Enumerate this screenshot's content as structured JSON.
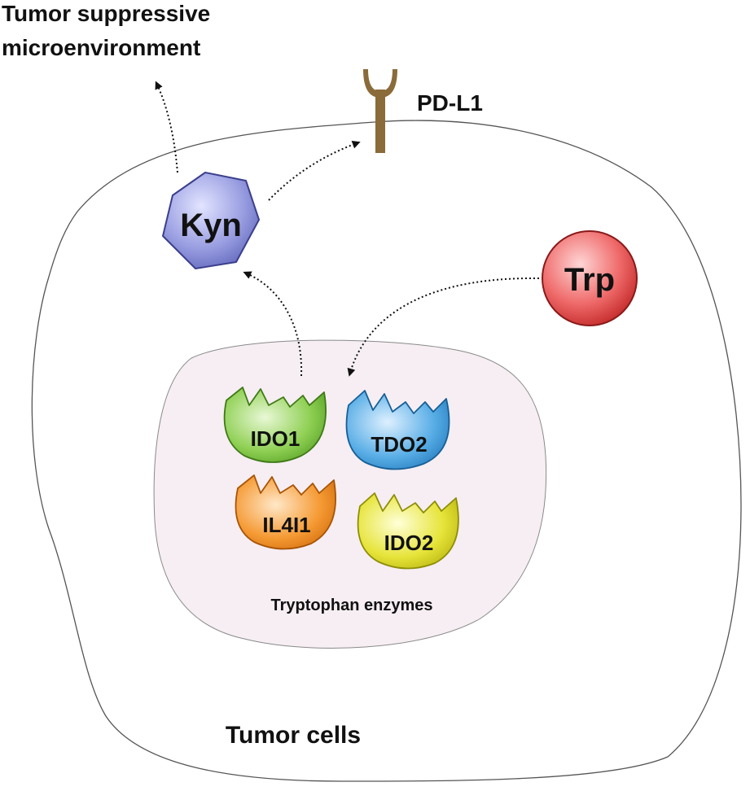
{
  "labels": {
    "env_line1": "Tumor suppressive",
    "env_line2": "microenvironment",
    "receptor": "PD-L1",
    "kyn": "Kyn",
    "trp": "Trp",
    "enzyme_group": "Tryptophan enzymes",
    "cell": "Tumor cells"
  },
  "enzymes": [
    {
      "id": "ido1",
      "label": "IDO1",
      "color": "#7cc043"
    },
    {
      "id": "tdo2",
      "label": "TDO2",
      "color": "#3a9ad9"
    },
    {
      "id": "il4i1",
      "label": "IL4I1",
      "color": "#f08a1c"
    },
    {
      "id": "ido2",
      "label": "IDO2",
      "color": "#d9d926"
    }
  ],
  "colors": {
    "kyn": "#8a8fd6",
    "trp": "#e04a4a",
    "receptor": "#8a6b3a",
    "enzyme_region": "#f6eef3"
  }
}
